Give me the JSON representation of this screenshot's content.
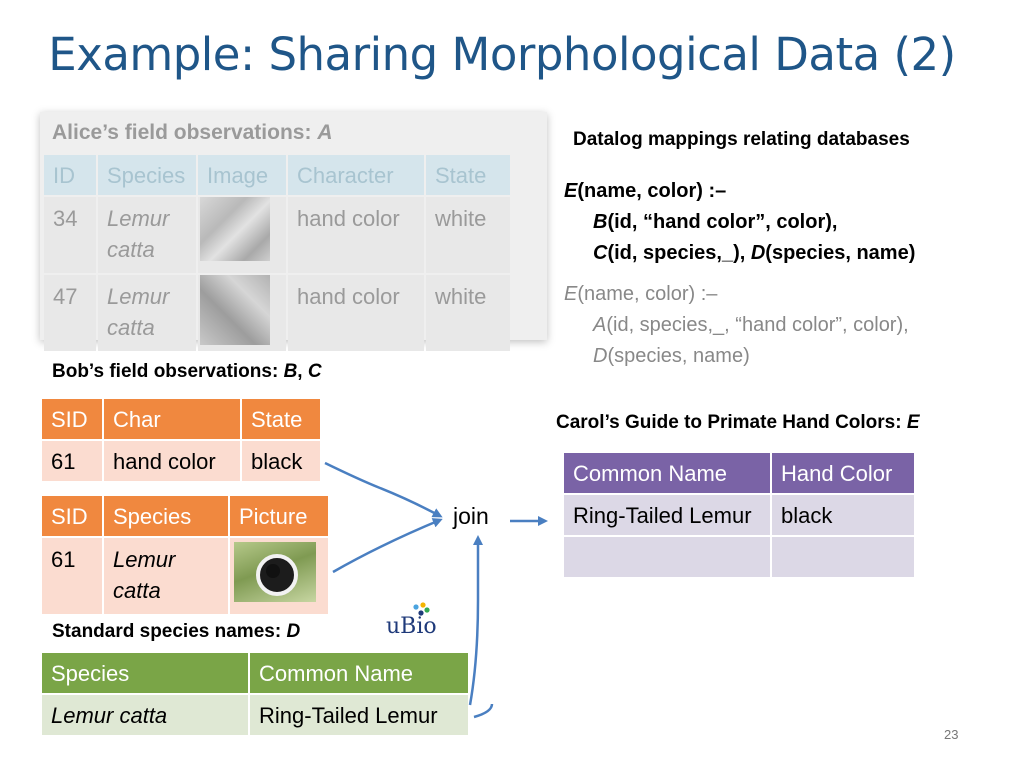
{
  "title": "Example: Sharing Morphological Data (2)",
  "alice": {
    "title_prefix": "Alice’s field observations: ",
    "title_var": "A",
    "headers": [
      "ID",
      "Species",
      "Image",
      "Character",
      "State"
    ],
    "rows": [
      {
        "id": "34",
        "species_line1": "Lemur",
        "species_line2": "catta",
        "character": "hand color",
        "state": "white"
      },
      {
        "id": "47",
        "species_line1": "Lemur",
        "species_line2": "catta",
        "character": "hand color",
        "state": "white"
      }
    ]
  },
  "mappings": {
    "heading": "Datalog mappings relating databases",
    "rule1": {
      "line1_var": "E",
      "line1_rest": "(name, color)   :–",
      "line2_var": "B",
      "line2_rest": "(id, “hand color”, color),",
      "line3_var1": "C",
      "line3_mid": "(id, species,_), ",
      "line3_var2": "D",
      "line3_end": "(species, name)"
    },
    "rule2": {
      "line1_var": "E",
      "line1_rest": "(name, color)   :–",
      "line2_var": "A",
      "line2_rest": "(id, species,_, “hand color”, color),",
      "line3_var": "D",
      "line3_rest": "(species, name)"
    }
  },
  "bob": {
    "title_prefix": "Bob’s field observations: ",
    "title_var1": "B",
    "title_sep": ", ",
    "title_var2": "C",
    "table_b": {
      "headers": [
        "SID",
        "Char",
        "State"
      ],
      "row": [
        "61",
        "hand color",
        "black"
      ]
    },
    "table_c": {
      "headers": [
        "SID",
        "Species",
        "Picture"
      ],
      "row": {
        "sid": "61",
        "species_line1": "Lemur",
        "species_line2": "catta"
      }
    }
  },
  "join_label": "join",
  "standard": {
    "title_prefix": "Standard species names: ",
    "title_var": "D",
    "logo_text": "uBio",
    "headers": [
      "Species",
      "Common Name"
    ],
    "row": [
      "Lemur catta",
      "Ring-Tailed Lemur"
    ]
  },
  "carol": {
    "title_prefix": "Carol’s Guide to Primate Hand Colors: ",
    "title_var": "E",
    "headers": [
      "Common Name",
      "Hand Color"
    ],
    "row": [
      "Ring-Tailed Lemur",
      "black"
    ],
    "empty_row": [
      "",
      ""
    ]
  },
  "page_number": "23",
  "colors": {
    "title": "#1f5688",
    "orange_header": "#f0883f",
    "green_header": "#7aa547",
    "purple_header": "#7a63a6",
    "arrow": "#4a7fc1"
  }
}
